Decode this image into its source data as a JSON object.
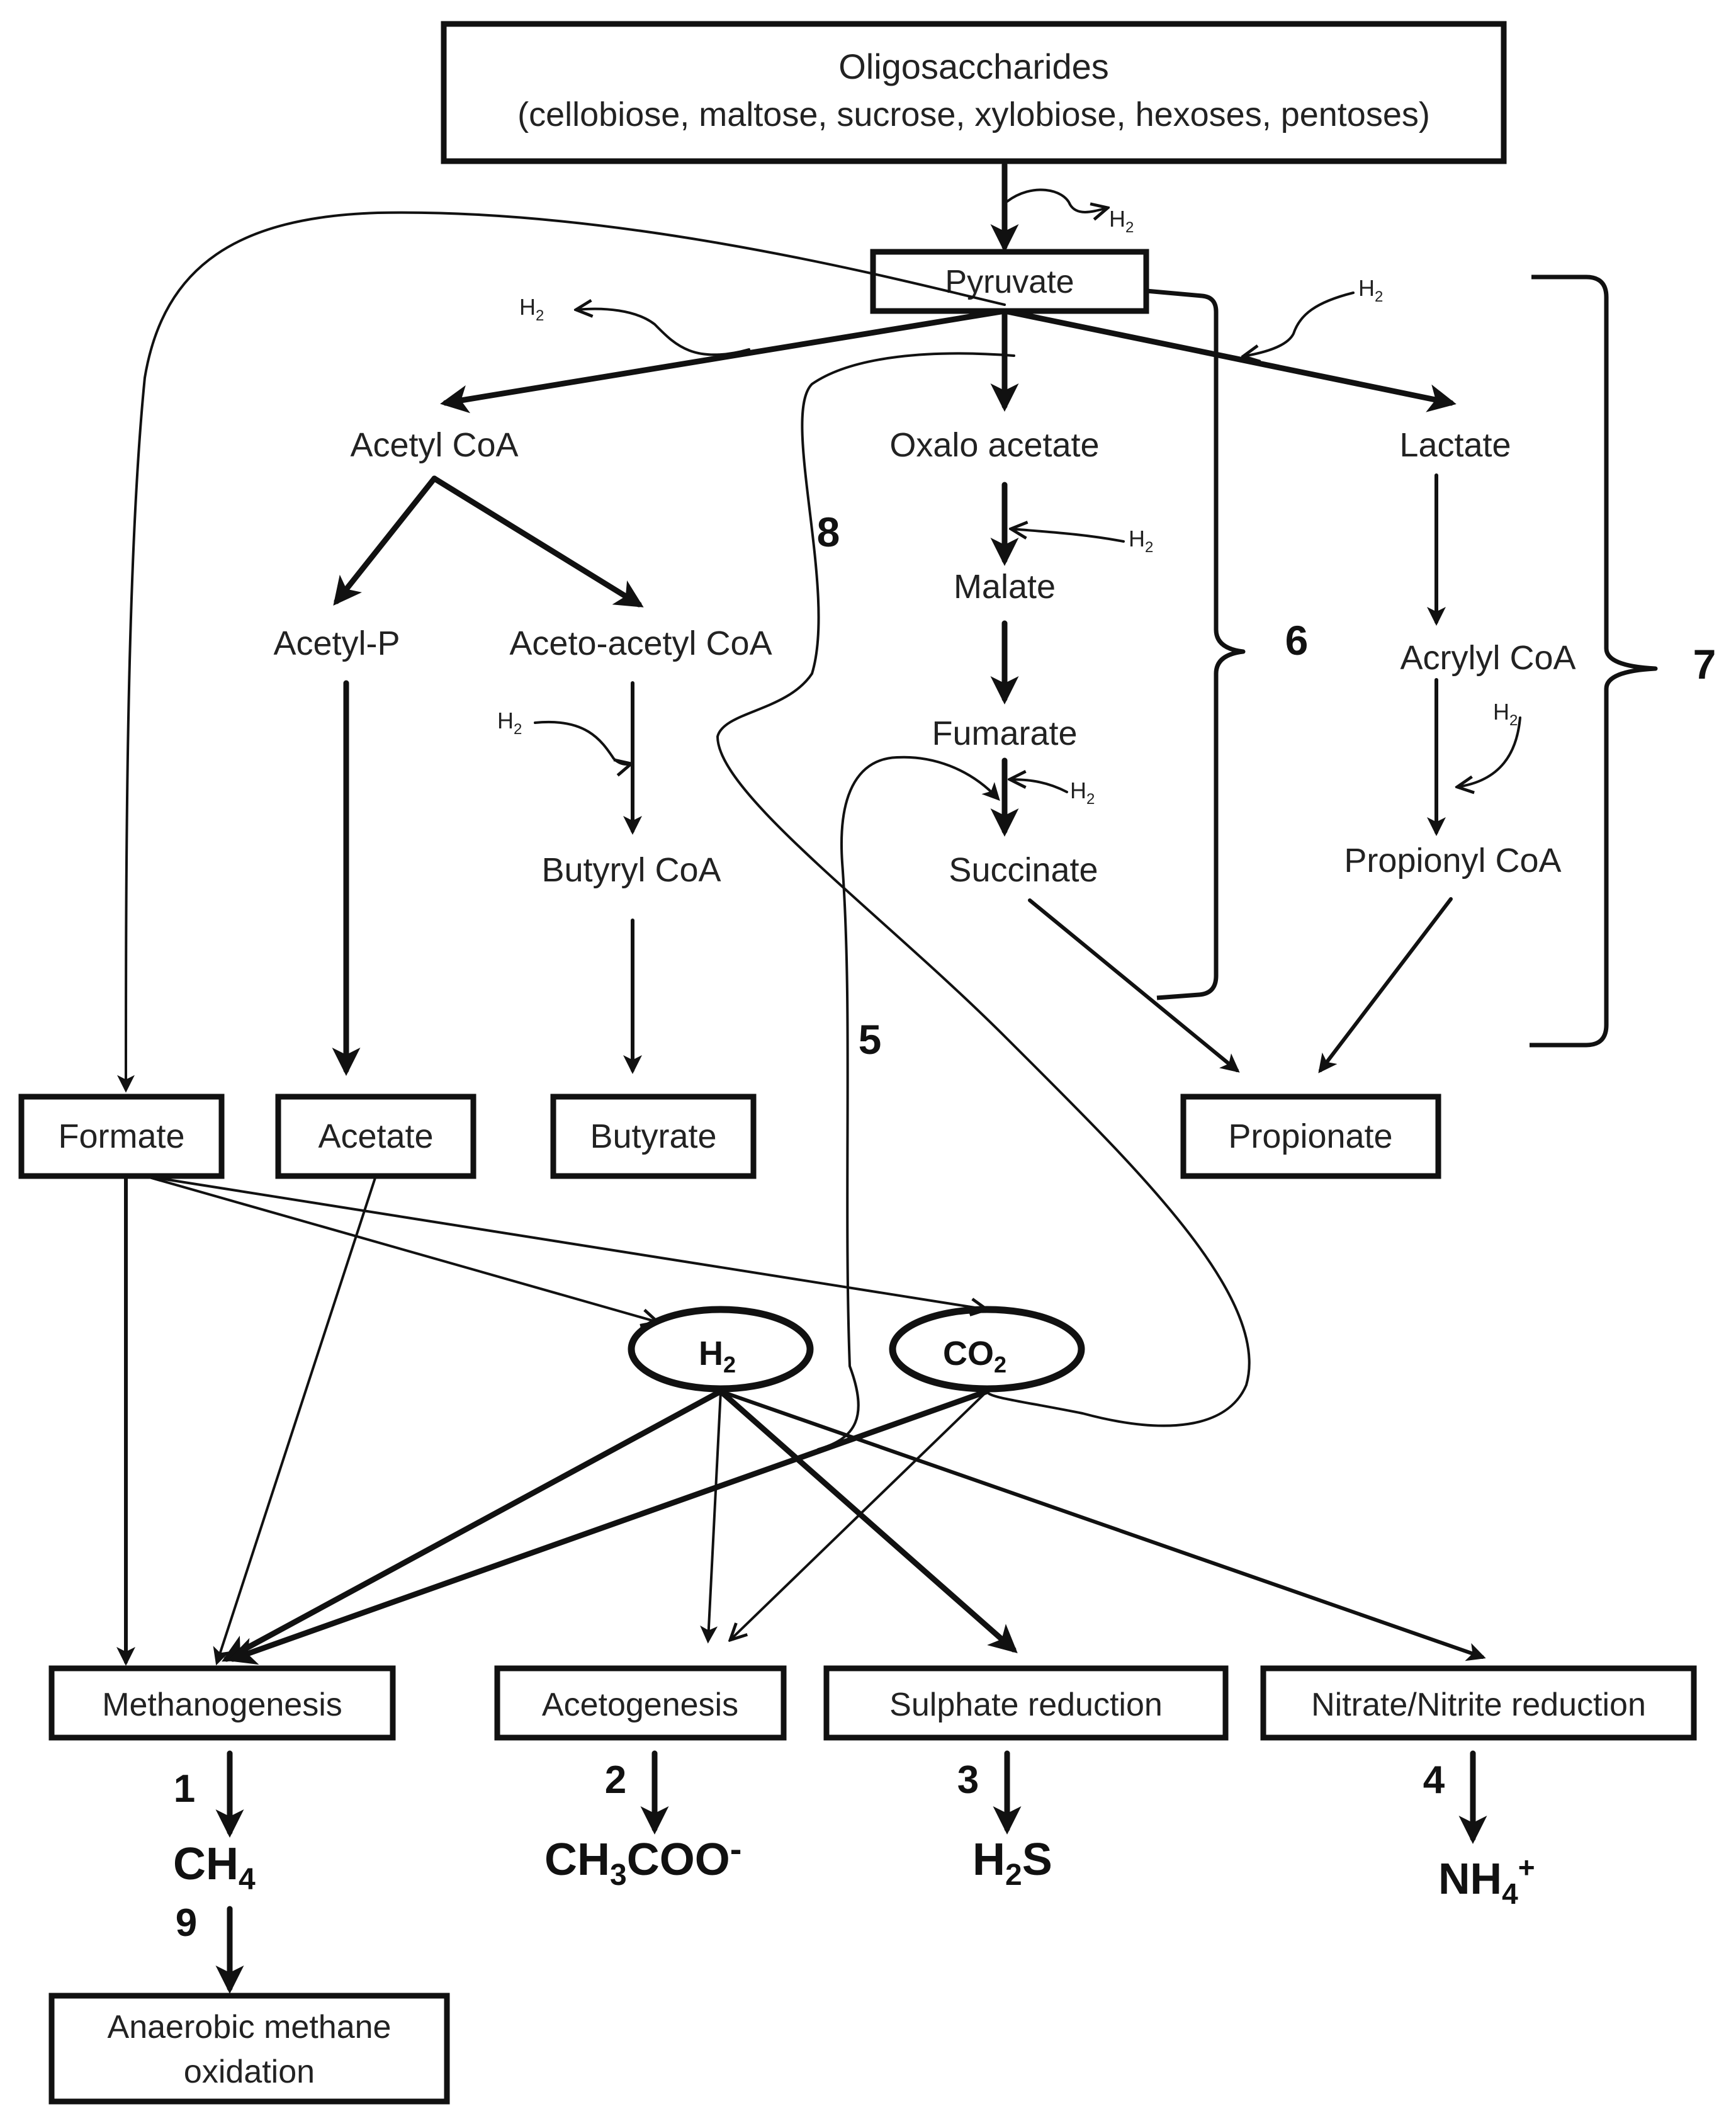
{
  "diagram": {
    "oligosaccharides": {
      "title": "Oligosaccharides",
      "subtitle": "(cellobiose, maltose, sucrose, xylobiose, hexoses, pentoses)"
    },
    "h2_symbol": "H",
    "h2_subscript": "2",
    "co2_symbol": "CO",
    "co2_subscript": "2",
    "nodes": {
      "pyruvate": "Pyruvate",
      "acetyl_coa": "Acetyl CoA",
      "oxalo_acetate": "Oxalo acetate",
      "lactate": "Lactate",
      "acetyl_p": "Acetyl-P",
      "aceto_acetyl_coa": "Aceto-acetyl CoA",
      "malate": "Malate",
      "fumarate": "Fumarate",
      "succinate": "Succinate",
      "butyryl_coa": "Butyryl CoA",
      "acrylyl_coa": "Acrylyl CoA",
      "propionyl_coa": "Propionyl CoA",
      "formate": "Formate",
      "acetate": "Acetate",
      "butyrate": "Butyrate",
      "propionate": "Propionate"
    },
    "processes": {
      "methanogenesis": "Methanogenesis",
      "acetogenesis": "Acetogenesis",
      "sulphate_reduction": "Sulphate reduction",
      "nitrate_reduction": "Nitrate/Nitrite reduction",
      "anaerobic_oxidation_line1": "Anaerobic methane",
      "anaerobic_oxidation_line2": "oxidation"
    },
    "products": {
      "ch4": {
        "a": "CH",
        "sub": "4"
      },
      "acetate_ion": {
        "a": "CH",
        "sub": "3",
        "b": "COO",
        "sup": "-"
      },
      "h2s": {
        "a": "H",
        "sub": "2",
        "b": "S"
      },
      "nh4": {
        "a": "NH",
        "sub": "4",
        "sup": "+"
      }
    },
    "numbers": {
      "n1": "1",
      "n2": "2",
      "n3": "3",
      "n4": "4",
      "n5": "5",
      "n6": "6",
      "n7": "7",
      "n8": "8",
      "n9": "9"
    }
  }
}
